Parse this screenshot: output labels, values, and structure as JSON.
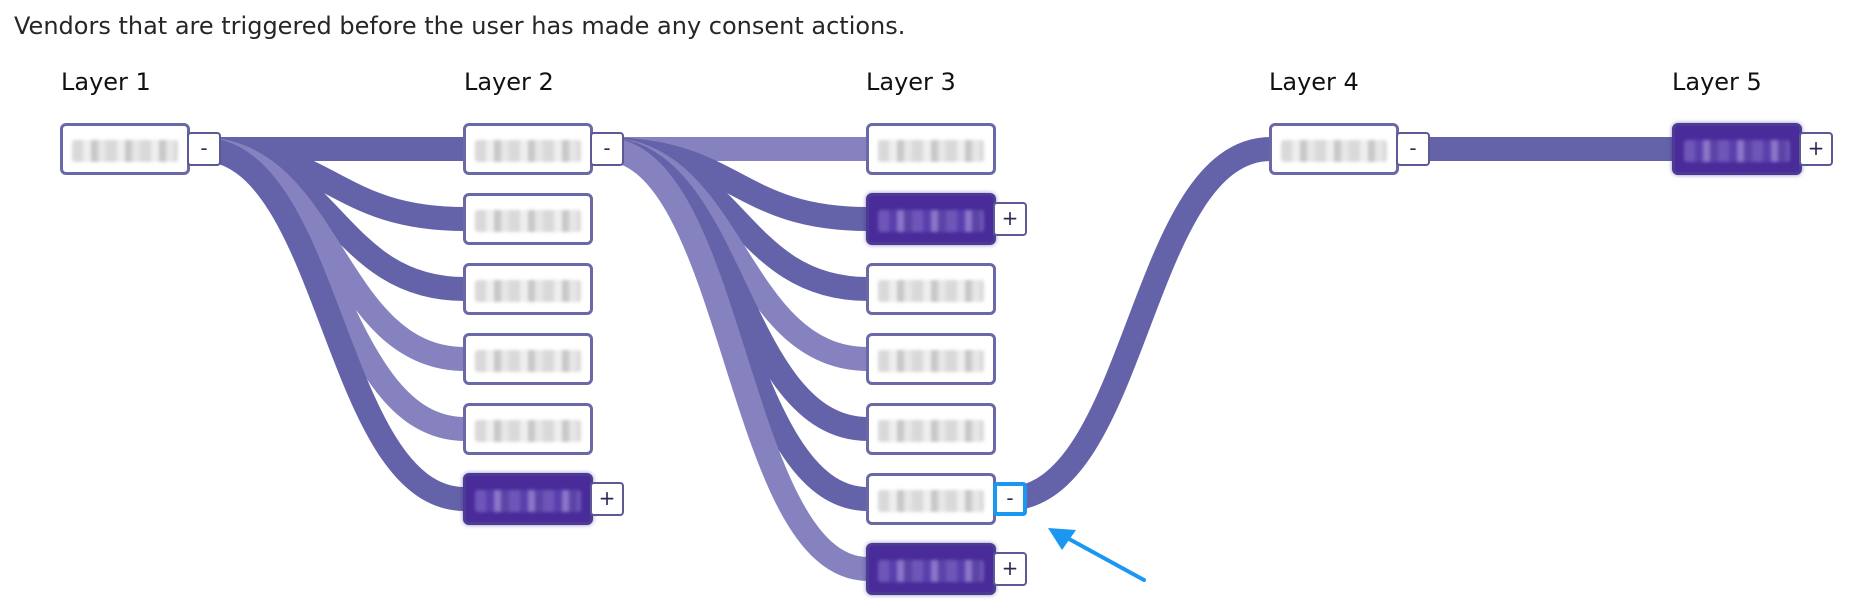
{
  "description": "Vendors that are triggered before the user has made any consent actions.",
  "layers": [
    {
      "title": "Layer 1",
      "nodes": [
        {
          "toggle": "-",
          "expanded": false
        }
      ]
    },
    {
      "title": "Layer 2",
      "nodes": [
        {
          "toggle": "-",
          "expanded": false
        },
        {
          "toggle": "",
          "expanded": false
        },
        {
          "toggle": "",
          "expanded": false
        },
        {
          "toggle": "",
          "expanded": false
        },
        {
          "toggle": "",
          "expanded": false
        },
        {
          "toggle": "+",
          "expanded": true
        }
      ]
    },
    {
      "title": "Layer 3",
      "nodes": [
        {
          "toggle": "",
          "expanded": false
        },
        {
          "toggle": "+",
          "expanded": true
        },
        {
          "toggle": "",
          "expanded": false
        },
        {
          "toggle": "",
          "expanded": false
        },
        {
          "toggle": "",
          "expanded": false
        },
        {
          "toggle": "-",
          "expanded": false,
          "highlighted": true
        },
        {
          "toggle": "+",
          "expanded": true
        }
      ]
    },
    {
      "title": "Layer 4",
      "nodes": [
        {
          "toggle": "-",
          "expanded": false
        }
      ]
    },
    {
      "title": "Layer 5",
      "nodes": [
        {
          "toggle": "+",
          "expanded": true
        }
      ]
    }
  ],
  "links": [
    {
      "from": [
        0,
        0
      ],
      "to": [
        1,
        0
      ],
      "shade": "dark"
    },
    {
      "from": [
        0,
        0
      ],
      "to": [
        1,
        1
      ],
      "shade": "dark"
    },
    {
      "from": [
        0,
        0
      ],
      "to": [
        1,
        2
      ],
      "shade": "dark"
    },
    {
      "from": [
        0,
        0
      ],
      "to": [
        1,
        3
      ],
      "shade": "light"
    },
    {
      "from": [
        0,
        0
      ],
      "to": [
        1,
        4
      ],
      "shade": "light"
    },
    {
      "from": [
        0,
        0
      ],
      "to": [
        1,
        5
      ],
      "shade": "dark"
    },
    {
      "from": [
        1,
        0
      ],
      "to": [
        2,
        0
      ],
      "shade": "light"
    },
    {
      "from": [
        1,
        0
      ],
      "to": [
        2,
        1
      ],
      "shade": "dark"
    },
    {
      "from": [
        1,
        0
      ],
      "to": [
        2,
        2
      ],
      "shade": "dark"
    },
    {
      "from": [
        1,
        0
      ],
      "to": [
        2,
        3
      ],
      "shade": "light"
    },
    {
      "from": [
        1,
        0
      ],
      "to": [
        2,
        4
      ],
      "shade": "dark"
    },
    {
      "from": [
        1,
        0
      ],
      "to": [
        2,
        5
      ],
      "shade": "dark"
    },
    {
      "from": [
        1,
        0
      ],
      "to": [
        2,
        6
      ],
      "shade": "light"
    },
    {
      "from": [
        2,
        5
      ],
      "to": [
        3,
        0
      ],
      "shade": "dark"
    },
    {
      "from": [
        3,
        0
      ],
      "to": [
        4,
        0
      ],
      "shade": "dark"
    }
  ],
  "colors": {
    "link_dark": "#6462a8",
    "link_light": "#8582bf",
    "node_expanded": "#4a2b9a",
    "highlight": "#1a97f0"
  }
}
